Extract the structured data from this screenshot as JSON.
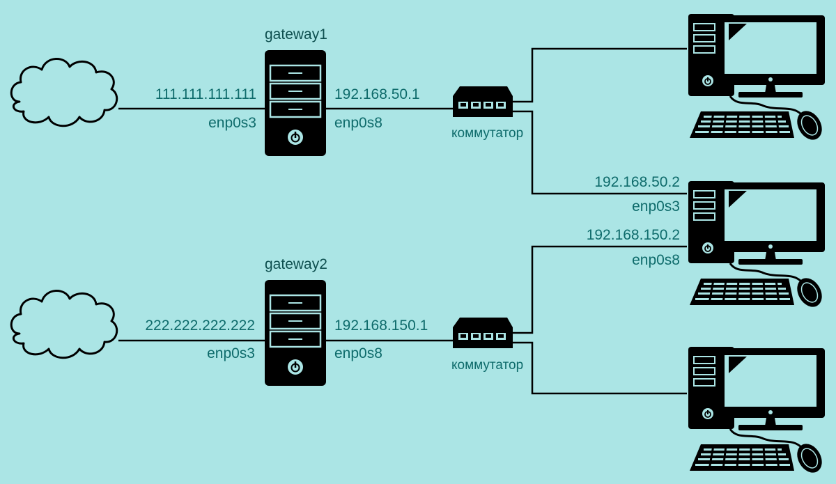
{
  "colors": {
    "background": "#abe5e5",
    "label_text": "#0e6b6b",
    "hostname_text": "#0e4f4f",
    "device_fill": "#000000",
    "line": "#000000"
  },
  "gateways": [
    {
      "name": "gateway1",
      "wan_ip": "111.111.111.111",
      "wan_iface": "enp0s3",
      "lan_ip": "192.168.50.1",
      "lan_iface": "enp0s8"
    },
    {
      "name": "gateway2",
      "wan_ip": "222.222.222.222",
      "wan_iface": "enp0s3",
      "lan_ip": "192.168.150.1",
      "lan_iface": "enp0s8"
    }
  ],
  "switches": [
    {
      "label": "коммутатор"
    },
    {
      "label": "коммутатор"
    }
  ],
  "workstations": [
    {
      "id": "pc-top"
    },
    {
      "id": "pc-middle",
      "iface1_ip": "192.168.50.2",
      "iface1_name": "enp0s3",
      "iface2_ip": "192.168.150.2",
      "iface2_name": "enp0s8"
    },
    {
      "id": "pc-bottom"
    }
  ],
  "icons": [
    "cloud-icon",
    "server-icon",
    "switch-icon",
    "workstation-icon",
    "power-icon"
  ]
}
